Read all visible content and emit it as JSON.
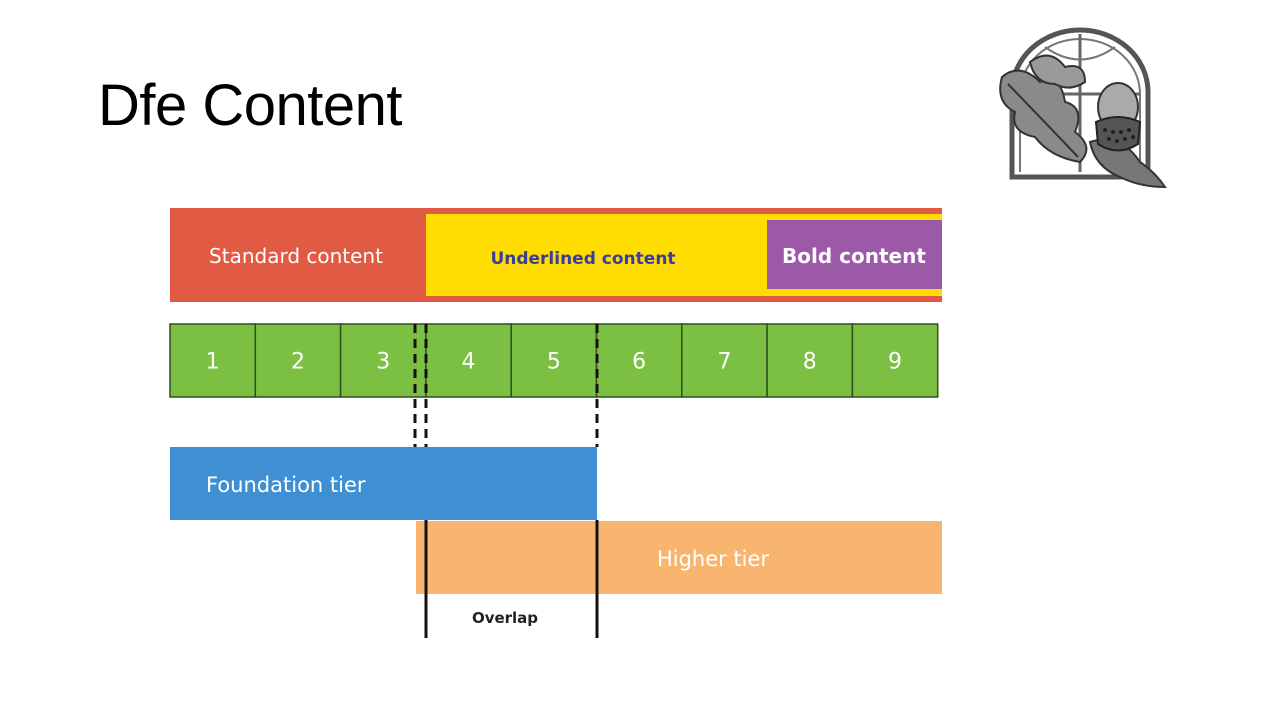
{
  "slide": {
    "title": "Dfe Content"
  },
  "diagram": {
    "content_bands": [
      {
        "label": "Standard content",
        "color": "#e05a44"
      },
      {
        "label": "Underlined content",
        "color": "#ffdd00"
      },
      {
        "label": "Bold content",
        "color": "#9b59a8"
      }
    ],
    "grades": [
      "1",
      "2",
      "3",
      "4",
      "5",
      "6",
      "7",
      "8",
      "9"
    ],
    "grade_color": "#7bc043",
    "tiers": [
      {
        "label": "Foundation tier",
        "color": "#3f8fd2"
      },
      {
        "label": "Higher tier",
        "color": "#f8b56f"
      }
    ],
    "overlap_label": "Overlap"
  },
  "logo": {
    "icon": "oak-leaf-acorn-arch-logo"
  }
}
